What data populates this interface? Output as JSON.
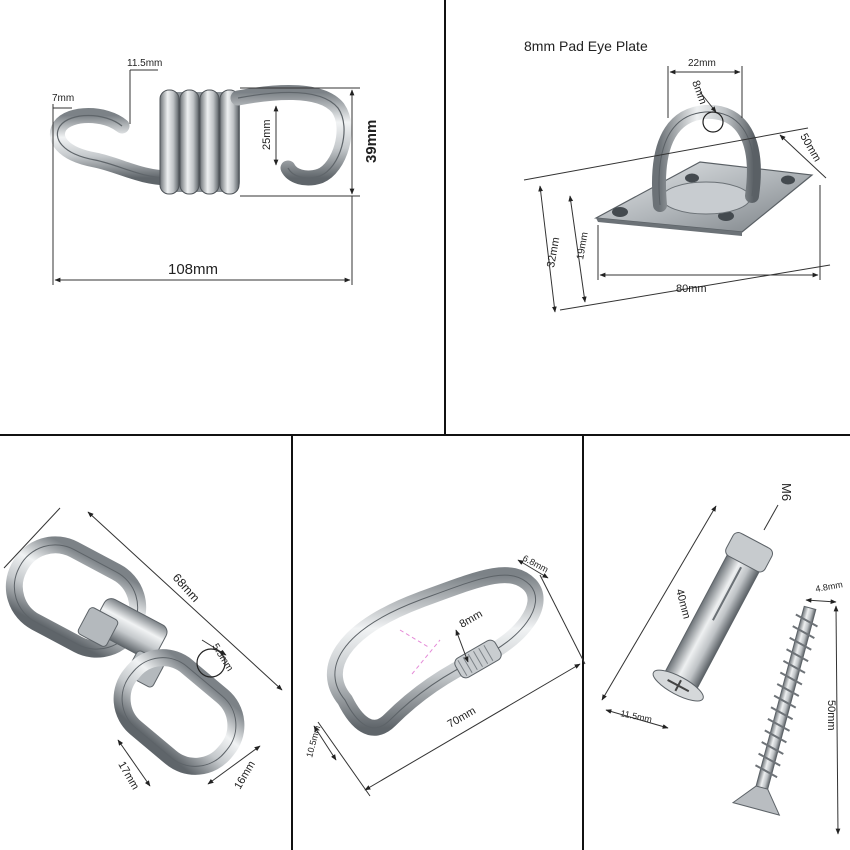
{
  "panels": {
    "spring": {
      "dim_hook_gap": "11.5mm",
      "dim_wire": "7mm",
      "dim_inner": "25mm",
      "dim_height": "39mm",
      "dim_length": "108mm"
    },
    "pad_eye": {
      "title": "8mm Pad Eye Plate",
      "dim_top": "22mm",
      "dim_ring": "8mm",
      "dim_side": "50mm",
      "dim_outer": "32mm",
      "dim_inner": "19mm",
      "dim_length": "80mm"
    },
    "swivel": {
      "dim_length": "68mm",
      "dim_wire": "5.5mm",
      "dim_left": "17mm",
      "dim_right": "16mm"
    },
    "carabiner": {
      "dim_top": "6.8mm",
      "dim_gate": "8mm",
      "dim_length": "70mm",
      "dim_wire": "10.5mm"
    },
    "anchor": {
      "thread": "M6",
      "dim_sleeve_len": "40mm",
      "dim_sleeve_dia": "11.5mm",
      "dim_screw_dia": "4.8mm",
      "dim_screw_len": "50mm"
    }
  },
  "colors": {
    "divider": "#111111",
    "metal_dark": "#6e7378",
    "metal_mid": "#a9aeb3",
    "metal_light": "#e9ecee",
    "dimension_line": "#333333"
  }
}
